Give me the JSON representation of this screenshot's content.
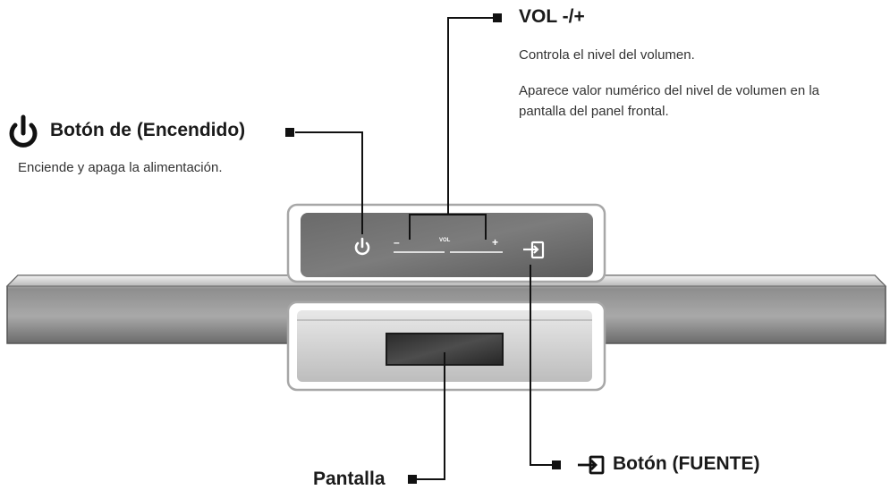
{
  "vol": {
    "title": "VOL -/+",
    "desc1": "Controla el nivel del volumen.",
    "desc2": "Aparece valor numérico del nivel de volumen en la pantalla del panel frontal."
  },
  "power": {
    "title": "Botón de (Encendido)",
    "desc": "Enciende y apaga la alimentación."
  },
  "source": {
    "title": "Botón (FUENTE)"
  },
  "display": {
    "title": "Pantalla"
  },
  "panel": {
    "minus": "–",
    "plus": "+",
    "vol_label": "VOL"
  },
  "icons": {
    "power": "power-icon",
    "source": "source-input-icon"
  }
}
